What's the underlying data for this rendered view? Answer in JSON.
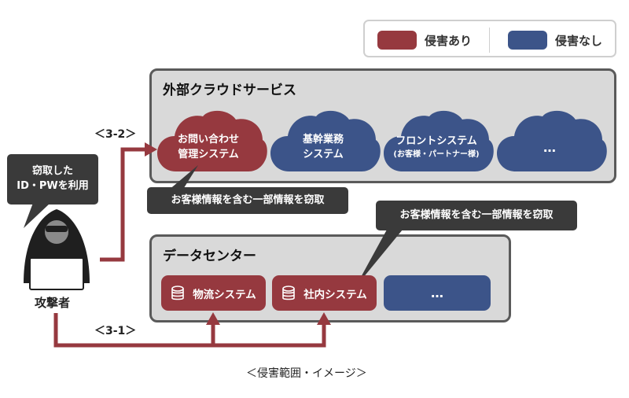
{
  "legend": {
    "compromised_label": "侵害あり",
    "not_compromised_label": "侵害なし",
    "compromised_color": "#96393f",
    "not_compromised_color": "#3c5489"
  },
  "cloud_panel": {
    "title": "外部クラウドサービス",
    "clouds": [
      {
        "line1": "お問い合わせ",
        "line2": "管理システム",
        "status": "compromised"
      },
      {
        "line1": "基幹業務",
        "line2": "システム",
        "status": "not_compromised"
      },
      {
        "line1": "フロントシステム",
        "line2": "(お客様・パートナー様)",
        "status": "not_compromised"
      },
      {
        "line1": "…",
        "line2": "",
        "status": "not_compromised"
      }
    ]
  },
  "datacenter_panel": {
    "title": "データセンター",
    "systems": [
      {
        "label": "物流システム",
        "status": "compromised",
        "icon": "database-icon"
      },
      {
        "label": "社内システム",
        "status": "compromised",
        "icon": "database-icon"
      },
      {
        "label": "…",
        "status": "not_compromised",
        "icon": ""
      }
    ]
  },
  "callouts": {
    "stolen": "窃取した\nID・PWを利用",
    "cloud_theft": "お客様情報を含む一部情報を窃取",
    "dc_theft": "お客様情報を含む一部情報を窃取"
  },
  "attacker": {
    "label": "攻撃者",
    "icon": "hacker-icon"
  },
  "paths": {
    "path_3_2": "＜3-2＞",
    "path_3_1": "＜3-1＞"
  },
  "caption": "＜侵害範囲・イメージ＞"
}
